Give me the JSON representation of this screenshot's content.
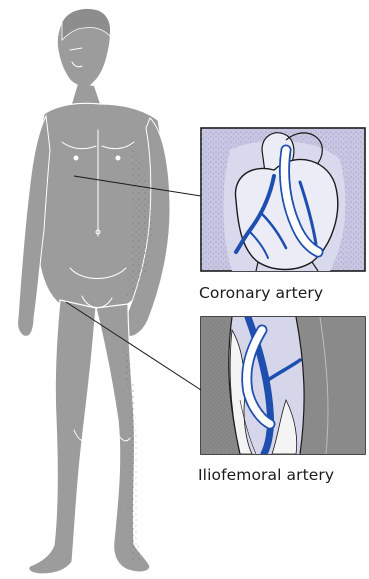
{
  "labels": {
    "coronary": "Coronary artery",
    "iliofemoral": "Iliofemoral artery"
  },
  "colors": {
    "figure": "#9c9c9c",
    "figure_outline": "#ffffff",
    "inset_bg": "#c7c7e3",
    "artery": "#1e4fb0",
    "graft": "#ffffff",
    "leader_line": "#1a1a1a",
    "tissue": "#8a8a8a"
  },
  "icons": {
    "figure": "human-figure-illustration",
    "heart_inset": "heart-bypass-graft-illustration",
    "leg_inset": "iliofemoral-bypass-graft-illustration"
  }
}
